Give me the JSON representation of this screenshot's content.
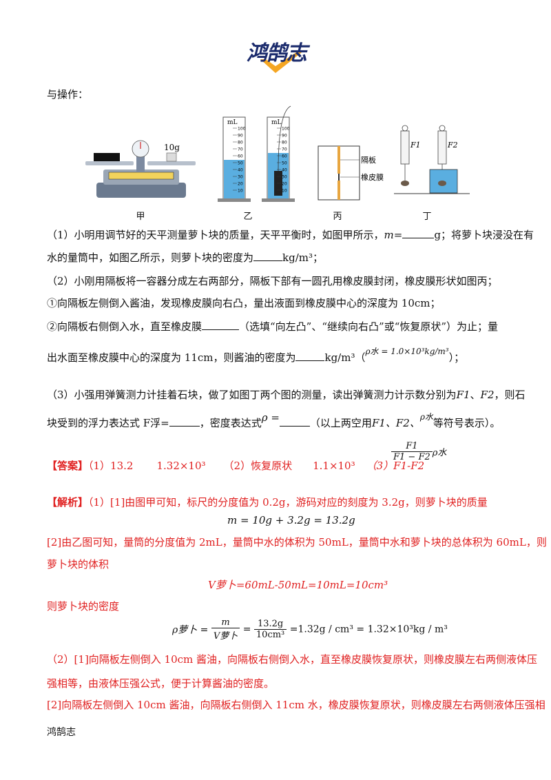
{
  "header": {
    "logo_text": "鸿鹄志",
    "brand_color": "#1a2a6c",
    "accent_color": "#f5a623"
  },
  "intro": "与操作：",
  "figure": {
    "captions": [
      "甲",
      "乙",
      "丙",
      "丁"
    ],
    "weight_label": "10g",
    "cylinder_unit": "mL",
    "cylinder_ticks": [
      "100",
      "90",
      "80",
      "70",
      "60",
      "50",
      "40",
      "30",
      "20",
      "10"
    ],
    "partition_labels": [
      "隔板",
      "橡皮膜"
    ],
    "spring_labels": [
      "F1",
      "F2"
    ]
  },
  "q1": {
    "text_a": "（1）小明用调节好的天平测量萝卜块的质量，天平平衡时，如图甲所示，",
    "var_m": "m",
    "text_b": "=",
    "text_c": "g；将萝卜块浸没在有",
    "text_d": "水的量筒中，如图乙所示，则萝卜块的密度为",
    "text_e": "kg/m³；"
  },
  "q2": {
    "text_a": "（2）小刚用隔板将一容器分成左右两部分，隔板下部有一圆孔用橡皮膜封闭，橡皮膜形状如图丙；",
    "step1": "①向隔板左侧倒入酱油，发现橡皮膜向右凸，量出液面到橡皮膜中心的深度为 10cm；",
    "step2_a": "②向隔板右侧倒入水，直至橡皮膜",
    "step2_b": "（选填“向左凸”、“继续向右凸”或“恢复原状”）为止；量",
    "step2_c": "出水面至橡皮膜中心的深度为 11cm，则酱油的密度为",
    "step2_d": "kg/m³（",
    "rho_water": "ρ水 = 1.0×10³kg/m³",
    "step2_e": "）；"
  },
  "q3": {
    "text_a": "（3）小强用弹簧测力计挂着石块，做了如图丁两个图的测量，读出弹簧测力计示数分别为",
    "f1": "F1",
    "sep": "、",
    "f2": "F2",
    "text_b": "，则石",
    "text_c": "块受到的浮力表达式 F浮=",
    "text_d": "，密度表达式",
    "rho": "ρ =",
    "text_e": "（以上两空用",
    "text_f": "F1、F2、",
    "rho_w": "ρ水",
    "text_g": "等符号表示）。"
  },
  "answer": {
    "label": "【答案】",
    "parts": [
      "（1）13.2",
      "1.32×10³",
      "（2）恢复原状",
      "1.1×10³",
      "（3）F1-F2"
    ],
    "frac_num": "F1",
    "frac_den": "F1 − F2",
    "frac_tail": "ρ水"
  },
  "analysis": {
    "label": "【解析】",
    "p1": "（1）[1]由图甲可知，标尺的分度值为 0.2g，游码对应的刻度为 3.2g，则萝卜块的质量",
    "eq1": "m = 10g + 3.2g = 13.2g",
    "p2a": "[2]由乙图可知，量筒的分度值为 2mL，量筒中水的体积为 50mL，量筒中水和萝卜块的总体积为 60mL，则",
    "p2b": "萝卜块的体积",
    "eq2": "V萝卜=60mL-50mL=10mL=10cm³",
    "p3": "则萝卜块的密度",
    "eq3_lhs": "ρ萝卜 =",
    "eq3_f1_num": "m",
    "eq3_f1_den": "V萝卜",
    "eq3_f2_num": "13.2g",
    "eq3_f2_den": "10cm³",
    "eq3_rhs": "=1.32g / cm³ = 1.32×10³kg / m³",
    "p4a": "（2）[1]向隔板左侧倒入 10cm 酱油，向隔板右侧倒入水，直至橡皮膜恢复原状，则橡皮膜左右两侧液体压",
    "p4b": "强相等，由液体压强公式，便于计算酱油的密度。",
    "p5": "[2]向隔板左侧倒入 10cm 酱油，向隔板右侧倒入 11cm 水，橡皮膜恢复原状，则橡皮膜左右两侧液体压强相"
  },
  "footer": {
    "text": "鸿鹄志"
  }
}
